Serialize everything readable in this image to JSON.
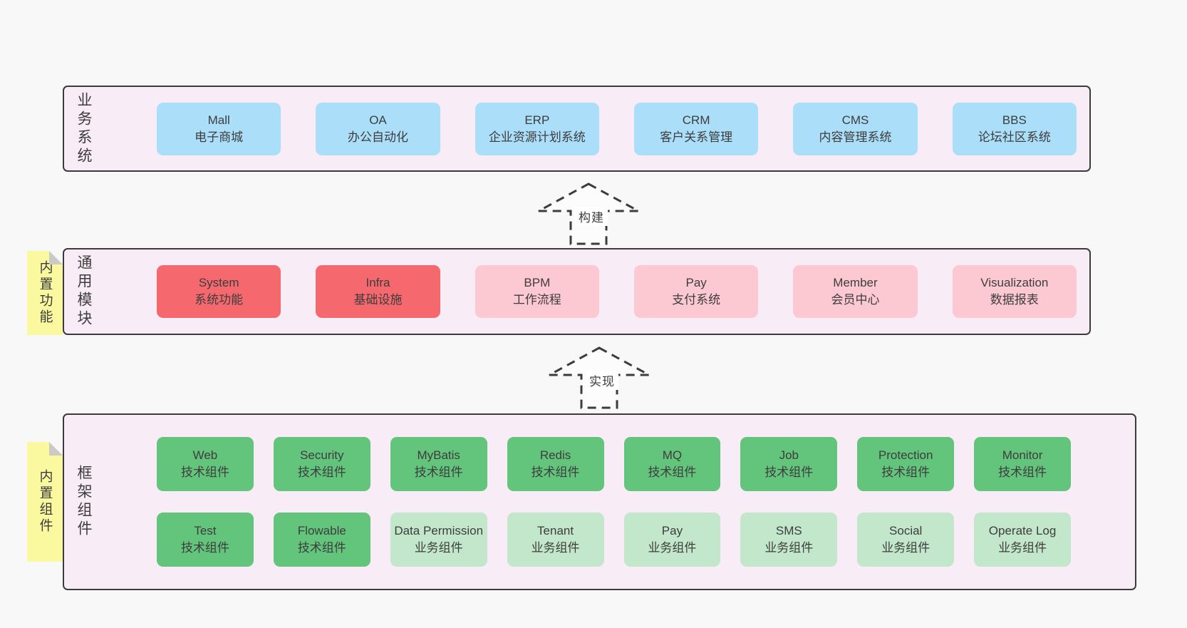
{
  "colors": {
    "bg": "#f8f8f8",
    "panel": "#f8ecf6",
    "border": "#3b3b3b",
    "text": "#3d3d3d",
    "blue": "#abdef8",
    "red": "#f5696e",
    "pink": "#fcc9d3",
    "green": "#63c47c",
    "lightgreen": "#c3e7cb",
    "note": "#faf99f",
    "fold": "#cbcac9"
  },
  "arrows": [
    {
      "label": "构建"
    },
    {
      "label": "实现"
    }
  ],
  "layers": [
    {
      "id": "business",
      "side_label": "业务系统",
      "note": null,
      "rows": [
        [
          {
            "title": "Mall",
            "subtitle": "电子商城",
            "variant": "blue"
          },
          {
            "title": "OA",
            "subtitle": "办公自动化",
            "variant": "blue"
          },
          {
            "title": "ERP",
            "subtitle": "企业资源计划系统",
            "variant": "blue"
          },
          {
            "title": "CRM",
            "subtitle": "客户关系管理",
            "variant": "blue"
          },
          {
            "title": "CMS",
            "subtitle": "内容管理系统",
            "variant": "blue"
          },
          {
            "title": "BBS",
            "subtitle": "论坛社区系统",
            "variant": "blue"
          }
        ]
      ]
    },
    {
      "id": "modules",
      "side_label": "通用模块",
      "note": "内置功能",
      "rows": [
        [
          {
            "title": "System",
            "subtitle": "系统功能",
            "variant": "red"
          },
          {
            "title": "Infra",
            "subtitle": "基础设施",
            "variant": "red"
          },
          {
            "title": "BPM",
            "subtitle": "工作流程",
            "variant": "pink"
          },
          {
            "title": "Pay",
            "subtitle": "支付系统",
            "variant": "pink"
          },
          {
            "title": "Member",
            "subtitle": "会员中心",
            "variant": "pink"
          },
          {
            "title": "Visualization",
            "subtitle": "数据报表",
            "variant": "pink"
          }
        ]
      ]
    },
    {
      "id": "framework",
      "side_label": "框架组件",
      "note": "内置组件",
      "rows": [
        [
          {
            "title": "Web",
            "subtitle": "技术组件",
            "variant": "green"
          },
          {
            "title": "Security",
            "subtitle": "技术组件",
            "variant": "green"
          },
          {
            "title": "MyBatis",
            "subtitle": "技术组件",
            "variant": "green"
          },
          {
            "title": "Redis",
            "subtitle": "技术组件",
            "variant": "green"
          },
          {
            "title": "MQ",
            "subtitle": "技术组件",
            "variant": "green"
          },
          {
            "title": "Job",
            "subtitle": "技术组件",
            "variant": "green"
          },
          {
            "title": "Protection",
            "subtitle": "技术组件",
            "variant": "green"
          },
          {
            "title": "Monitor",
            "subtitle": "技术组件",
            "variant": "green"
          }
        ],
        [
          {
            "title": "Test",
            "subtitle": "技术组件",
            "variant": "green"
          },
          {
            "title": "Flowable",
            "subtitle": "技术组件",
            "variant": "green"
          },
          {
            "title": "Data Permission",
            "subtitle": "业务组件",
            "variant": "lightgreen"
          },
          {
            "title": "Tenant",
            "subtitle": "业务组件",
            "variant": "lightgreen"
          },
          {
            "title": "Pay",
            "subtitle": "业务组件",
            "variant": "lightgreen"
          },
          {
            "title": "SMS",
            "subtitle": "业务组件",
            "variant": "lightgreen"
          },
          {
            "title": "Social",
            "subtitle": "业务组件",
            "variant": "lightgreen"
          },
          {
            "title": "Operate Log",
            "subtitle": "业务组件",
            "variant": "lightgreen"
          }
        ]
      ]
    }
  ]
}
